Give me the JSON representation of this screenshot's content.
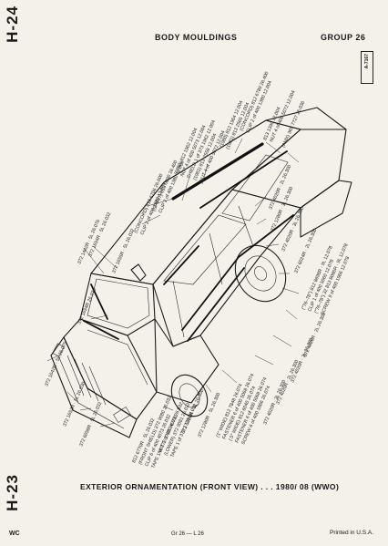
{
  "tabs": {
    "top": "H-24",
    "bottom": "H-23"
  },
  "header": {
    "title": "BODY MOULDINGS",
    "group": "GROUP 26"
  },
  "ref_code": "A-7167",
  "callouts": [
    {
      "id": "c1",
      "text": "372 1462R · 5L  26.076"
    },
    {
      "id": "c2",
      "text": "372 1654R · 5L  26.032"
    },
    {
      "id": "c3",
      "text": "372 1655R · 5L  26.032"
    },
    {
      "id": "c4",
      "text": "372 1654R  26.076"
    },
    {
      "id": "c5",
      "text": "372 1642R · 5L  26.075"
    },
    {
      "id": "c6",
      "text": "372 1652R · 5L  26.030"
    },
    {
      "id": "c7",
      "text": "372 6058R · 5L  26.032"
    },
    {
      "id": "c8",
      "text": "(CONCORD) 812 6706  26.600"
    },
    {
      "id": "c9",
      "text": "CLIP 2 of 400 1380  12.004"
    },
    {
      "id": "c10",
      "text": "(SPIRIT) 813 0080  26.400"
    },
    {
      "id": "c11",
      "text": "CLIP 2 of 400 1380  12.004"
    },
    {
      "id": "c12",
      "text": "(1980) 812 1962  12.004"
    },
    {
      "id": "c13",
      "text": "NUT 4 of 400 5073  12.004"
    },
    {
      "id": "c14",
      "text": "SHIELD 1 of 373 1962  12.004"
    },
    {
      "id": "c15",
      "text": "(1981) 813 2558  12.004"
    },
    {
      "id": "c16",
      "text": "NUT 4 of 400 5072  12.004"
    },
    {
      "id": "c17",
      "text": "(1980) 812 1964  12.004"
    },
    {
      "id": "c18",
      "text": "(1981) 813 2565  12.004"
    },
    {
      "id": "c19",
      "text": "(CONCORD) 812 6789  26.400"
    },
    {
      "id": "c20",
      "text": "CLIP 2 of 400 1380  12.004"
    },
    {
      "id": "c21",
      "text": "813 1390  12.004"
    },
    {
      "id": "c22",
      "text": "NUT 4 of 400 5072  12.004"
    },
    {
      "id": "c23",
      "text": "(AMX) 369 7727  26.036"
    },
    {
      "id": "c24",
      "text": "372 4020R · 2L  26.300"
    },
    {
      "id": "c25",
      "text": "372 1280R · 3L  26.300"
    },
    {
      "id": "c26",
      "text": "372 4020R · 3L  26.300"
    },
    {
      "id": "c27",
      "text": "372 6024R · 2L  26.300"
    },
    {
      "id": "c28",
      "text": "(\"76–78\") 812 8698R · 9L  12.078"
    },
    {
      "id": "c29",
      "text": "CLIP 1 of 400 5060  12.078"
    },
    {
      "id": "c30",
      "text": "(\"76–78\") 32 813 8086R · 9L  12.078"
    },
    {
      "id": "c31",
      "text": "SCREW 9 of 400 1966  12.078"
    },
    {
      "id": "c32",
      "text": "372 4020R · 2L  26.300"
    },
    {
      "id": "c33",
      "text": "372 4020R · 3L  26.300"
    },
    {
      "id": "c34",
      "text": "372 4020R · 2L  26.300"
    },
    {
      "id": "c35",
      "text": "372 4020R · 3L  26.300"
    },
    {
      "id": "c36",
      "text": "(1\" WIDE) 812 7848  26.074"
    },
    {
      "id": "c37",
      "text": "FASTENER 6 of 400 5068  26.074"
    },
    {
      "id": "c38",
      "text": "(.5\" WIDE) 812 6040  26.074"
    },
    {
      "id": "c39",
      "text": "FASTENER 6 of 400 5068  26.074"
    },
    {
      "id": "c40",
      "text": "SCREW 6 of 400 1866  26.074"
    },
    {
      "id": "c41",
      "text": "372 1280R · 5L  26.300"
    },
    {
      "id": "c42",
      "text": "372 1280R · 3L  26.300"
    },
    {
      "id": "c43",
      "text": "812 6770R · 5L  26.032"
    },
    {
      "id": "c44",
      "text": "(FRONT SHIELD) 372 9080  26.032"
    },
    {
      "id": "c45",
      "text": "CLIP 6 of 400 4073  26.032"
    },
    {
      "id": "c46",
      "text": "TAPE 1 of 372 1720  26.032"
    },
    {
      "id": "c47",
      "text": "NUT 1 of 400 4073  26.032"
    },
    {
      "id": "c48",
      "text": "(LOWER) 372 9081  26.032"
    },
    {
      "id": "c49",
      "text": "TAPE 1 of 372 1720  26.032"
    }
  ],
  "caption": "EXTERIOR ORNAMENTATION (FRONT VIEW) . . . 1980/ 08 (WWO)",
  "footer": {
    "left": "WC",
    "center": "Gr 26 — L 26",
    "right": "Printed in U.S.A."
  }
}
